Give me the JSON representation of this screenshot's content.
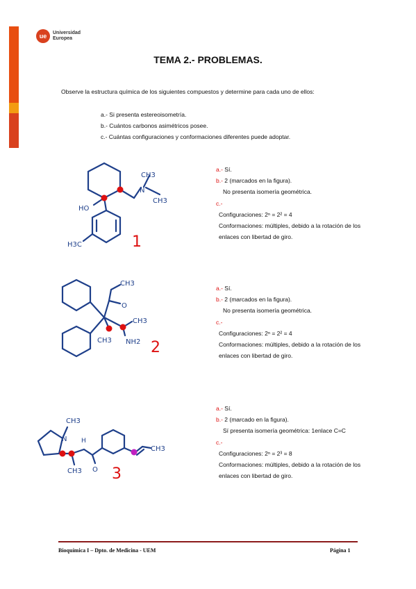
{
  "logo": {
    "mark": "ue",
    "line1": "Universidad",
    "line2": "Europea"
  },
  "title": "TEMA 2.- PROBLEMAS.",
  "intro": "Observe la estructura química de los siguientes compuestos y determine para cada uno de ellos:",
  "list": [
    "a.- Si presenta estereoisometría.",
    "b.- Cuántos carbonos asimétricos posee.",
    "c.- Cuántas configuraciones y conformaciones diferentes puede adoptar."
  ],
  "compounds": [
    {
      "number": "1",
      "mol_labels": {
        "ch3a": "CH3",
        "ch3b": "CH3",
        "n": "N",
        "ho": "HO",
        "h3c": "H3C"
      },
      "a_label": "a.-",
      "a_text": "Sí.",
      "b_label": "b.-",
      "b_text": "2 (marcados en la figura).",
      "b_note": "No presenta isomería geométrica.",
      "c_label": "c.-",
      "config": "Configuraciones: 2ⁿ = 2² = 4",
      "conf1": "Conformaciones: múltiples, debido a la rotación de los",
      "conf2": "enlaces con libertad de giro."
    },
    {
      "number": "2",
      "mol_labels": {
        "ch3a": "CH3",
        "o": "O",
        "ch3b": "CH3",
        "ch3c": "CH3",
        "nh2": "NH2"
      },
      "a_label": "a.-",
      "a_text": "Sí.",
      "b_label": "b.-",
      "b_text": "2 (marcados en la figura).",
      "b_note": "No presenta isomería geométrica.",
      "c_label": "c.-",
      "config": "Configuraciones: 2ⁿ = 2² = 4",
      "conf1": "Conformaciones: múltiples, debido a la rotación de los",
      "conf2": "enlaces con libertad de giro."
    },
    {
      "number": "3",
      "mol_labels": {
        "ch3a": "CH3",
        "n": "N",
        "h": "H",
        "ch3b": "CH3",
        "o": "O",
        "ch3c": "CH3"
      },
      "a_label": "a.-",
      "a_text": "Sí.",
      "b_label": "b.-",
      "b_text": "2 (marcado en la figura).",
      "b_note": "Sí presenta isomería geométrica: 1enlace C=C",
      "c_label": "c.-",
      "config": "Configuraciones: 2ⁿ = 2³ = 8",
      "conf1": "Conformaciones: múltiples, debido a la rotación de los",
      "conf2": "enlaces con libertad de giro."
    }
  ],
  "footer": {
    "left": "Bioquímica I – Dpto. de Medicina - UEM",
    "right": "Página 1"
  },
  "colors": {
    "accent": "#e84e10",
    "stereo": "#d11",
    "double_bond": "#c020c0",
    "ink": "#1e3f8a"
  }
}
